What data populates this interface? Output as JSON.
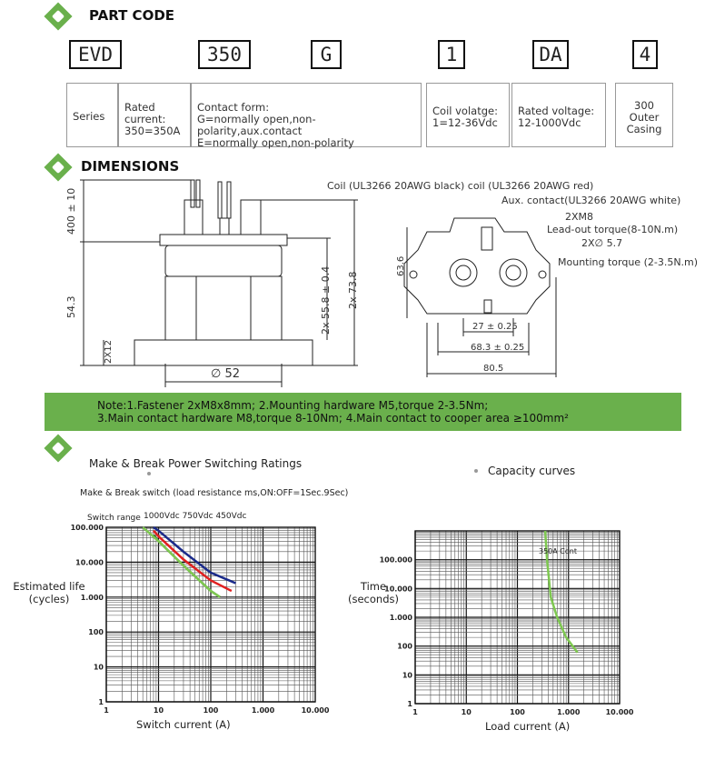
{
  "sections": {
    "part_code_title": "PART CODE",
    "dimensions_title": "DIMENSIONS"
  },
  "part_code": {
    "codes": [
      "EVD",
      "350",
      "G",
      "1",
      "DA",
      "4"
    ],
    "desc_series": "Series",
    "desc_rated_current": [
      "Rated",
      "current:",
      "350=350A"
    ],
    "desc_contact_form": [
      "Contact form:",
      "G=normally open,non-polarity,aux.contact",
      "E=normally open,non-polarity"
    ],
    "desc_coil": [
      "Coil volatge:",
      "1=12-36Vdc"
    ],
    "desc_rated_voltage": [
      "Rated voltage:",
      "12-1000Vdc"
    ],
    "desc_casing": [
      "300",
      "Outer",
      "Casing"
    ]
  },
  "dimensions": {
    "left": {
      "d400": "400 ± 10",
      "d543": "54.3",
      "d2x12": "2X12",
      "d558": "2x 55.8 ± 0.4",
      "d738": "2x 73.8",
      "d52": "∅ 52"
    },
    "right": {
      "coil_label": "Coil (UL3266 20AWG black)  coil (UL3266 20AWG red)",
      "aux_label": "Aux. contact(UL3266 20AWG white)",
      "xm8": "2XM8",
      "leadout": "Lead-out torque(8-10N.m)",
      "hole": "2X∅ 5.7",
      "mounting": "Mounting torque (2-3.5N.m)",
      "d636": "63.6",
      "d27": "27 ± 0.25",
      "d683": "68.3 ± 0.25",
      "d805": "80.5"
    }
  },
  "note": {
    "line1": "Note:1.Fastener 2xM8x8mm; 2.Mounting hardware M5,torque 2-3.5Nm;",
    "line2": "3.Main contact hardware M8,torque 8-10Nm; 4.Main contact to cooper area ≥100mm²"
  },
  "charts": {
    "left_title": "Make & Break Power Switching Ratings",
    "left_subtitle": "Make & Break switch (load resistance ms,ON:OFF=1Sec.9Sec)",
    "right_title": "Capacity curves"
  },
  "chart_data": [
    {
      "type": "line",
      "title": "Make & Break Power Switching Ratings",
      "xlabel": "Switch current (A)",
      "ylabel": "Estimated life (cycles)",
      "x_scale": "log",
      "y_scale": "log",
      "xlim": [
        1,
        10000
      ],
      "ylim": [
        1,
        100000
      ],
      "x_ticks": [
        "1",
        "10",
        "100",
        "1.000",
        "10.000"
      ],
      "y_ticks": [
        "1",
        "10",
        "100",
        "1.000",
        "10.000",
        "100.000"
      ],
      "annotation": "Switch range",
      "series": [
        {
          "name": "1000Vdc",
          "color": "#2a6a2a",
          "x": [
            8,
            10,
            30,
            100,
            150
          ],
          "y": [
            60000,
            40000,
            8000,
            1500,
            1000
          ]
        },
        {
          "name": "750Vdc",
          "color": "#e02020",
          "x": [
            8,
            10,
            30,
            100,
            250
          ],
          "y": [
            80000,
            55000,
            12000,
            3000,
            1500
          ]
        },
        {
          "name": "450Vdc",
          "color": "#1a2a8a",
          "x": [
            8,
            10,
            30,
            100,
            300
          ],
          "y": [
            100000,
            80000,
            20000,
            5000,
            2500
          ]
        },
        {
          "name": "",
          "color": "#7ec850",
          "x": [
            5,
            10,
            30,
            100,
            150
          ],
          "y": [
            100000,
            40000,
            8000,
            1500,
            1000
          ]
        }
      ]
    },
    {
      "type": "line",
      "title": "Capacity curves",
      "xlabel": "Load current (A)",
      "ylabel": "Time (seconds)",
      "x_scale": "log",
      "y_scale": "log",
      "xlim": [
        1,
        10000
      ],
      "ylim": [
        1,
        1000000
      ],
      "x_ticks": [
        "1",
        "10",
        "100",
        "1.000",
        "10.000"
      ],
      "y_ticks": [
        "1",
        "10",
        "100",
        "1.000",
        "10.000",
        "100.000"
      ],
      "series": [
        {
          "name": "350A Cont",
          "color": "#7ec850",
          "x": [
            350,
            380,
            450,
            600,
            900,
            1500
          ],
          "y": [
            1000000,
            100000,
            5000,
            1000,
            200,
            60
          ]
        }
      ]
    }
  ],
  "left_chart_text": {
    "switch_range": "Switch range",
    "legend": "1000Vdc 750Vdc 450Vdc",
    "ylabel1": "Estimated life",
    "ylabel2": "(cycles)",
    "xlabel": "Switch current (A)"
  },
  "right_chart_text": {
    "ylabel1": "Time",
    "ylabel2": "(seconds)",
    "xlabel": "Load current (A)",
    "series_label": "350A Cont"
  },
  "colors": {
    "accent": "#6ab04c"
  }
}
